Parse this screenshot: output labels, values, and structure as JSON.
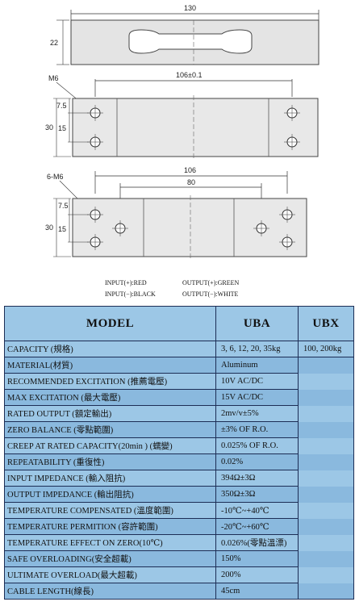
{
  "drawing": {
    "top_length": "130",
    "top_height": "22",
    "mid_hole_label": "M6",
    "mid_span": "106±0.1",
    "mid_edge": "7.5",
    "mid_height": "30",
    "mid_spacing": "15",
    "bot_hole_label": "6-M6",
    "bot_span_outer": "106",
    "bot_span_inner": "80",
    "bot_edge": "7.5",
    "bot_height": "30",
    "bot_spacing": "15"
  },
  "wires": {
    "input_pos": "INPUT(+):RED",
    "input_neg": "INPUT(−):BLACK",
    "output_pos": "OUTPUT(+):GREEN",
    "output_neg": "OUTPUT(−):WHITE"
  },
  "table": {
    "header": {
      "model": "MODEL",
      "uba": "UBA",
      "ubx": "UBX"
    },
    "rows": [
      {
        "label": "CAPACITY (規格)",
        "uba": "3, 6, 12, 20, 35kg",
        "ubx": "100, 200kg"
      },
      {
        "label": "MATERIAL(材質)",
        "uba": "Aluminum",
        "ubx": ""
      },
      {
        "label": "RECOMMENDED EXCITATION (推薦電壓)",
        "uba": "10V AC/DC",
        "ubx": ""
      },
      {
        "label": "MAX EXCITATION (最大電壓)",
        "uba": "15V AC/DC",
        "ubx": ""
      },
      {
        "label": "RATED OUTPUT (額定輸出)",
        "uba": "2mv/v±5%",
        "ubx": ""
      },
      {
        "label": "ZERO BALANCE (零點範圍)",
        "uba": "±3% OF R.O.",
        "ubx": ""
      },
      {
        "label": "CREEP AT RATED CAPACITY(20min ) (蠕變)",
        "uba": "0.025% OF R.O.",
        "ubx": ""
      },
      {
        "label": "REPEATABILITY (重復性)",
        "uba": "0.02%",
        "ubx": ""
      },
      {
        "label": "INPUT IMPEDANCE (輸入阻抗)",
        "uba": "394Ω±3Ω",
        "ubx": ""
      },
      {
        "label": "OUTPUT IMPEDANCE (輸出阻抗)",
        "uba": "350Ω±3Ω",
        "ubx": ""
      },
      {
        "label": "TEMPERATURE COMPENSATED (溫度範圍)",
        "uba": "-10℃~+40℃",
        "ubx": ""
      },
      {
        "label": "TEMPERATURE PERMITION (容許範圍)",
        "uba": "-20℃~+60℃",
        "ubx": ""
      },
      {
        "label": "TEMPERATURE EFFECT ON ZERO(10℃)",
        "uba": "0.026%(零點溫漂)",
        "ubx": ""
      },
      {
        "label": "SAFE OVERLOADING(安全超載)",
        "uba": "150%",
        "ubx": ""
      },
      {
        "label": "ULTIMATE OVERLOAD(最大超載)",
        "uba": "200%",
        "ubx": ""
      },
      {
        "label": "CABLE LENGTH(線長)",
        "uba": "45cm",
        "ubx": ""
      }
    ]
  }
}
